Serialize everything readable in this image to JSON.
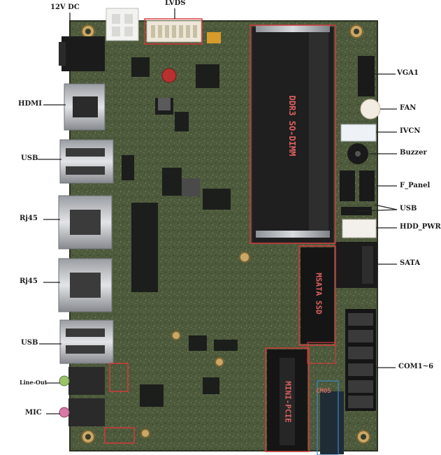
{
  "labels": {
    "dc12v": "12V DC",
    "lvds": "LVDS",
    "vga1": "VGA1",
    "fan": "FAN",
    "ivcn": "IVCN",
    "buzzer": "Buzzer",
    "f_panel": "F_Panel",
    "usb_right": "USB",
    "hdd_pwr": "HDD_PWR",
    "sata": "SATA",
    "com": "COM1~6",
    "hdmi": "HDMI",
    "usb_left_top": "USB",
    "rj45_top": "Rj45",
    "rj45_bottom": "Rj45",
    "usb_left_bottom": "USB",
    "line_out": "Line-Out",
    "mic": "MIC"
  },
  "pcb_text": {
    "ddr3": "DDR3 SO-DIMM",
    "msata": "MSATA SSD",
    "minipcie": "MINI-PCIE",
    "cmos": "CMOS"
  },
  "colors": {
    "pcb": "#4f5a3e",
    "pcb_dark": "#3a4430",
    "highlight_box": "#d23b3b",
    "callout_line": "#222222",
    "label": "#1a1a1a"
  }
}
